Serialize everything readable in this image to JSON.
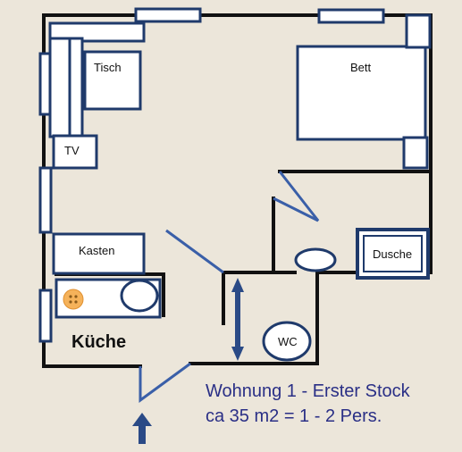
{
  "labels": {
    "tisch": "Tisch",
    "tv": "TV",
    "bett": "Bett",
    "kasten": "Kasten",
    "dusche": "Dusche",
    "kueche": "Küche",
    "wc": "WC"
  },
  "caption": {
    "line1": "Wohnung 1 - Erster Stock",
    "line2": "ca 35 m2 = 1 - 2 Pers."
  },
  "colors": {
    "background": "#ece6da",
    "wall": "#111111",
    "furniture": "#1f3a6b",
    "door": "#3a5fa8",
    "caption": "#2a2f86",
    "stove": "#f5b25a"
  }
}
